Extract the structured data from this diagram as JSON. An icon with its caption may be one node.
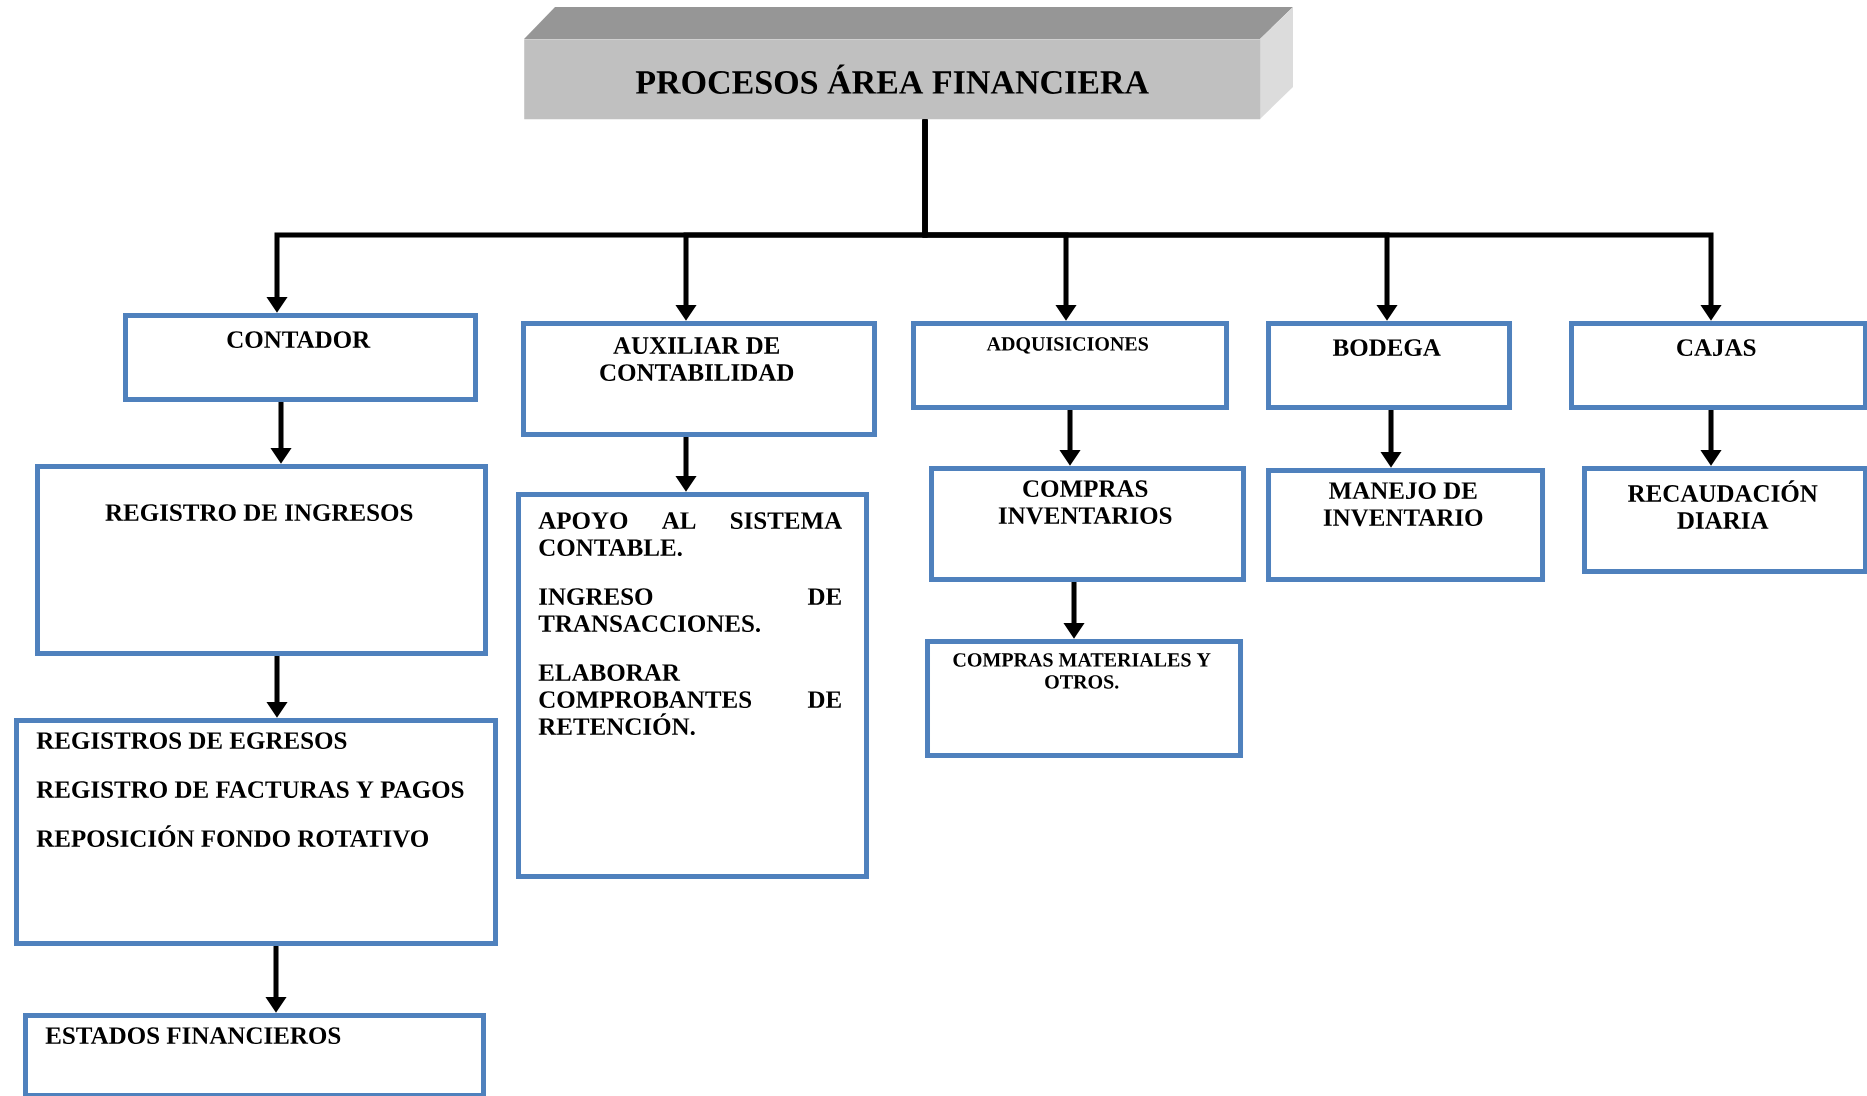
{
  "diagram": {
    "nodes": [
      {
        "text": [
          "PROCESOS ÁREA FINANCIERA"
        ]
      },
      {
        "text": [
          "CONTADOR"
        ]
      },
      {
        "text": [
          "AUXILIAR DE CONTABILIDAD"
        ]
      },
      {
        "text": [
          "ADQUISICIONES"
        ]
      },
      {
        "text": [
          "BODEGA"
        ]
      },
      {
        "text": [
          "CAJAS"
        ]
      },
      {
        "text": [
          "REGISTRO DE INGRESOS"
        ]
      },
      {
        "text": [
          "APOYO AL SISTEMA CONTABLE.",
          "INGRESO DE TRANSACCIONES.",
          "ELABORAR COMPROBANTES DE RETENCIÓN."
        ]
      },
      {
        "text": [
          "COMPRAS INVENTARIOS"
        ]
      },
      {
        "text": [
          "MANEJO DE INVENTARIO"
        ]
      },
      {
        "text": [
          "RECAUDACIÓN DIARIA"
        ]
      },
      {
        "text": [
          "COMPRAS MATERIALES Y OTROS."
        ]
      },
      {
        "text": [
          "REGISTROS DE EGRESOS",
          "REGISTRO DE FACTURAS Y PAGOS",
          "REPOSICIÓN FONDO ROTATIVO"
        ]
      },
      {
        "text": [
          "ESTADOS FINANCIEROS"
        ]
      }
    ],
    "edges": [
      {
        "from": 0,
        "to": 1,
        "arrow": "to"
      },
      {
        "from": 0,
        "to": 2,
        "arrow": "to"
      },
      {
        "from": 0,
        "to": 3,
        "arrow": "to"
      },
      {
        "from": 0,
        "to": 4,
        "arrow": "to"
      },
      {
        "from": 0,
        "to": 5,
        "arrow": "to"
      },
      {
        "from": 1,
        "to": 6,
        "arrow": "to"
      },
      {
        "from": 6,
        "to": 12,
        "arrow": "to"
      },
      {
        "from": 12,
        "to": 13,
        "arrow": "to"
      },
      {
        "from": 2,
        "to": 7,
        "arrow": "to"
      },
      {
        "from": 3,
        "to": 8,
        "arrow": "to"
      },
      {
        "from": 8,
        "to": 11,
        "arrow": "to"
      },
      {
        "from": 4,
        "to": 9,
        "arrow": "to"
      },
      {
        "from": 5,
        "to": 10,
        "arrow": "to"
      }
    ]
  }
}
